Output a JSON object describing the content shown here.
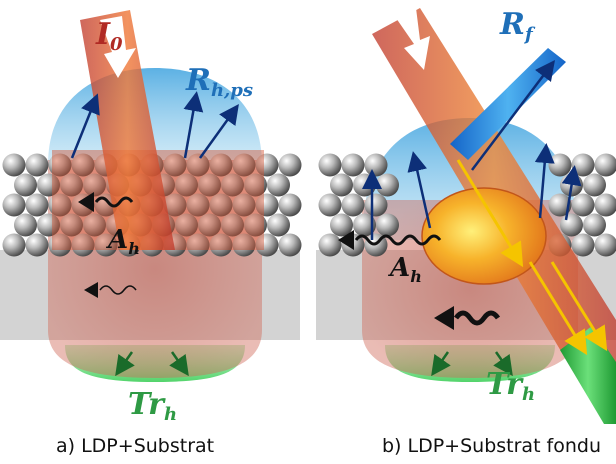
{
  "panel_a": {
    "beam_label": "I",
    "beam_label_sub": "0",
    "reflect_label": "R",
    "reflect_label_sub": "h,ps",
    "absorb_label": "A",
    "absorb_label_sub": "h",
    "transmit_label": "Tr",
    "transmit_label_sub": "h",
    "caption": "a) LDP+Substrat"
  },
  "panel_b": {
    "reflect_label": "R",
    "reflect_label_sub": "f",
    "absorb_label": "A",
    "absorb_label_sub": "h",
    "transmit_label": "Tr",
    "transmit_label_sub": "h",
    "caption": "b) LDP+Substrat fondu"
  },
  "colors": {
    "incident_beam": "#c8332c",
    "reflected": "#1a4a9a",
    "reflect_text": "#1f6fb8",
    "transmit_text": "#2e9a44",
    "glow_blue": "#3fa3df",
    "glow_green": "#66d97a",
    "substrate": "#d3d3d3",
    "melt_orange": "#f5a623"
  }
}
